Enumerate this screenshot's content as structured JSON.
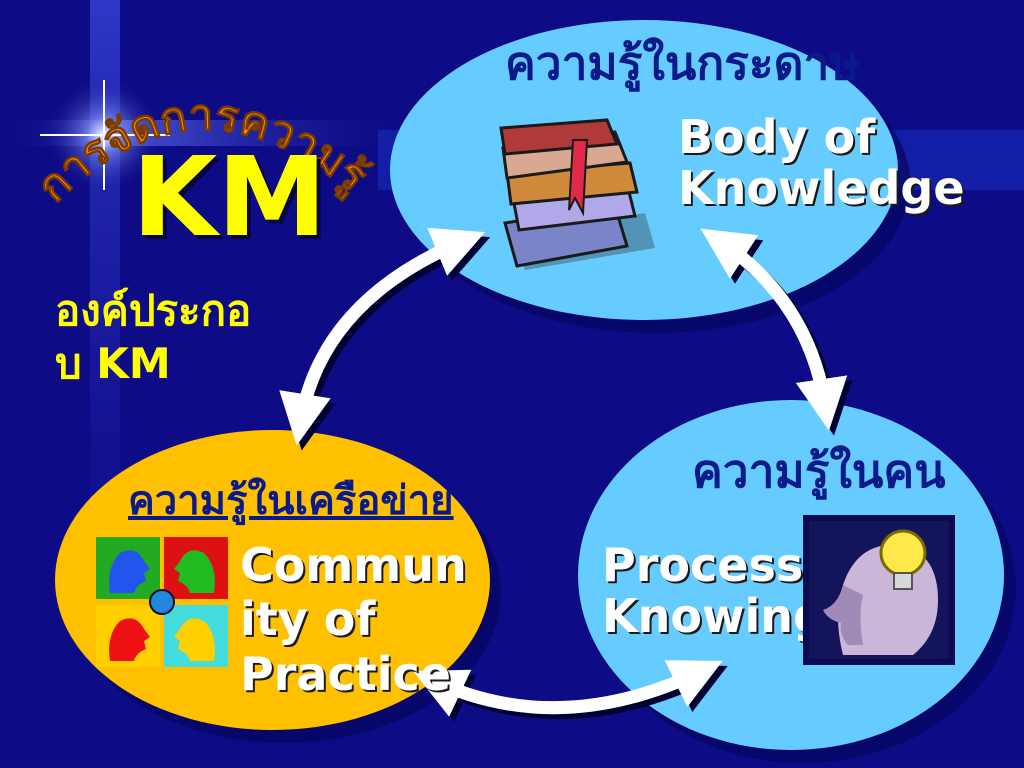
{
  "slide": {
    "arc_title": "การจัดการความรู้",
    "km_title": "KM",
    "subtitle_line1": "องค์ประกอ",
    "subtitle_line2": "บ KM"
  },
  "top_circle": {
    "title": "ความรู้ในกระดาษ",
    "label_line1": "Body of",
    "label_line2": "Knowledge",
    "icon": "books-icon"
  },
  "right_circle": {
    "title": "ความรู้ในคน",
    "label_line1": "Process",
    "label_line2": "Knowing",
    "icon": "head-lightbulb-icon"
  },
  "left_circle": {
    "title": "ความรู้ในเครือข่าย",
    "label": "Commun\nity of\nPractice",
    "icon": "people-network-icon"
  },
  "colors": {
    "background": "#0d0b86",
    "top_circle": "#66ccff",
    "right_circle": "#66ccff",
    "left_circle": "#ffc000",
    "km_title": "#ffff00",
    "arc_title": "#ff8c00"
  }
}
